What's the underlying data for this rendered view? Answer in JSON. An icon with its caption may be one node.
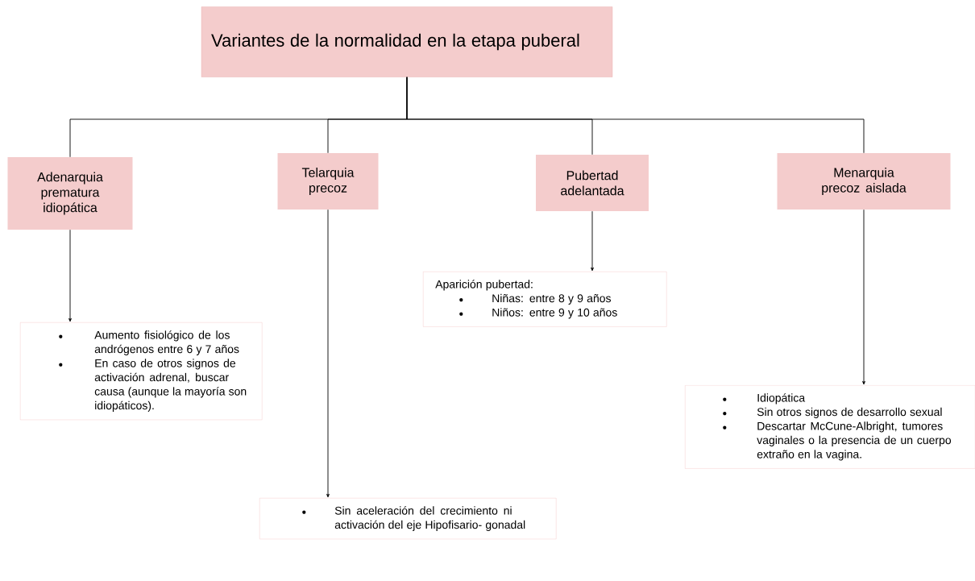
{
  "diagram": {
    "nodes": [
      {
        "text": [
          "Variantes de la normalidad en la etapa puberal"
        ]
      },
      {
        "text": [
          "Adenarquia prematura idiopática"
        ]
      },
      {
        "text": [
          "Telarquia precoz"
        ]
      },
      {
        "text": [
          "Pubertad adelantada"
        ]
      },
      {
        "text": [
          "Menarquia precoz aislada"
        ]
      },
      {
        "text": [
          "Aumento fisiológico de los andrógenos entre 6 y 7 años",
          "En caso de otros signos de activación adrenal, buscar causa (aunque la mayoría son idiopáticos)."
        ]
      },
      {
        "text": [
          "Sin aceleración del crecimiento ni activación del eje Hipofisario- gonadal"
        ]
      },
      {
        "text": [
          "Aparición pubertad:",
          "Niñas: entre 8 y 9 años",
          "Niños: entre 9 y 10 años"
        ]
      },
      {
        "text": [
          "Idiopática",
          "Sin otros signos de desarrollo sexual",
          "Descartar McCune-Albright, tumores vaginales o la presencia de un cuerpo extraño en la vagina."
        ]
      }
    ],
    "edges": [
      {
        "from": 0,
        "to": 1,
        "arrow": "none"
      },
      {
        "from": 0,
        "to": 2,
        "arrow": "none"
      },
      {
        "from": 0,
        "to": 3,
        "arrow": "none"
      },
      {
        "from": 0,
        "to": 4,
        "arrow": "none"
      },
      {
        "from": 1,
        "to": 5,
        "arrow": "to"
      },
      {
        "from": 2,
        "to": 6,
        "arrow": "to"
      },
      {
        "from": 3,
        "to": 7,
        "arrow": "to"
      },
      {
        "from": 4,
        "to": 8,
        "arrow": "to"
      }
    ]
  }
}
